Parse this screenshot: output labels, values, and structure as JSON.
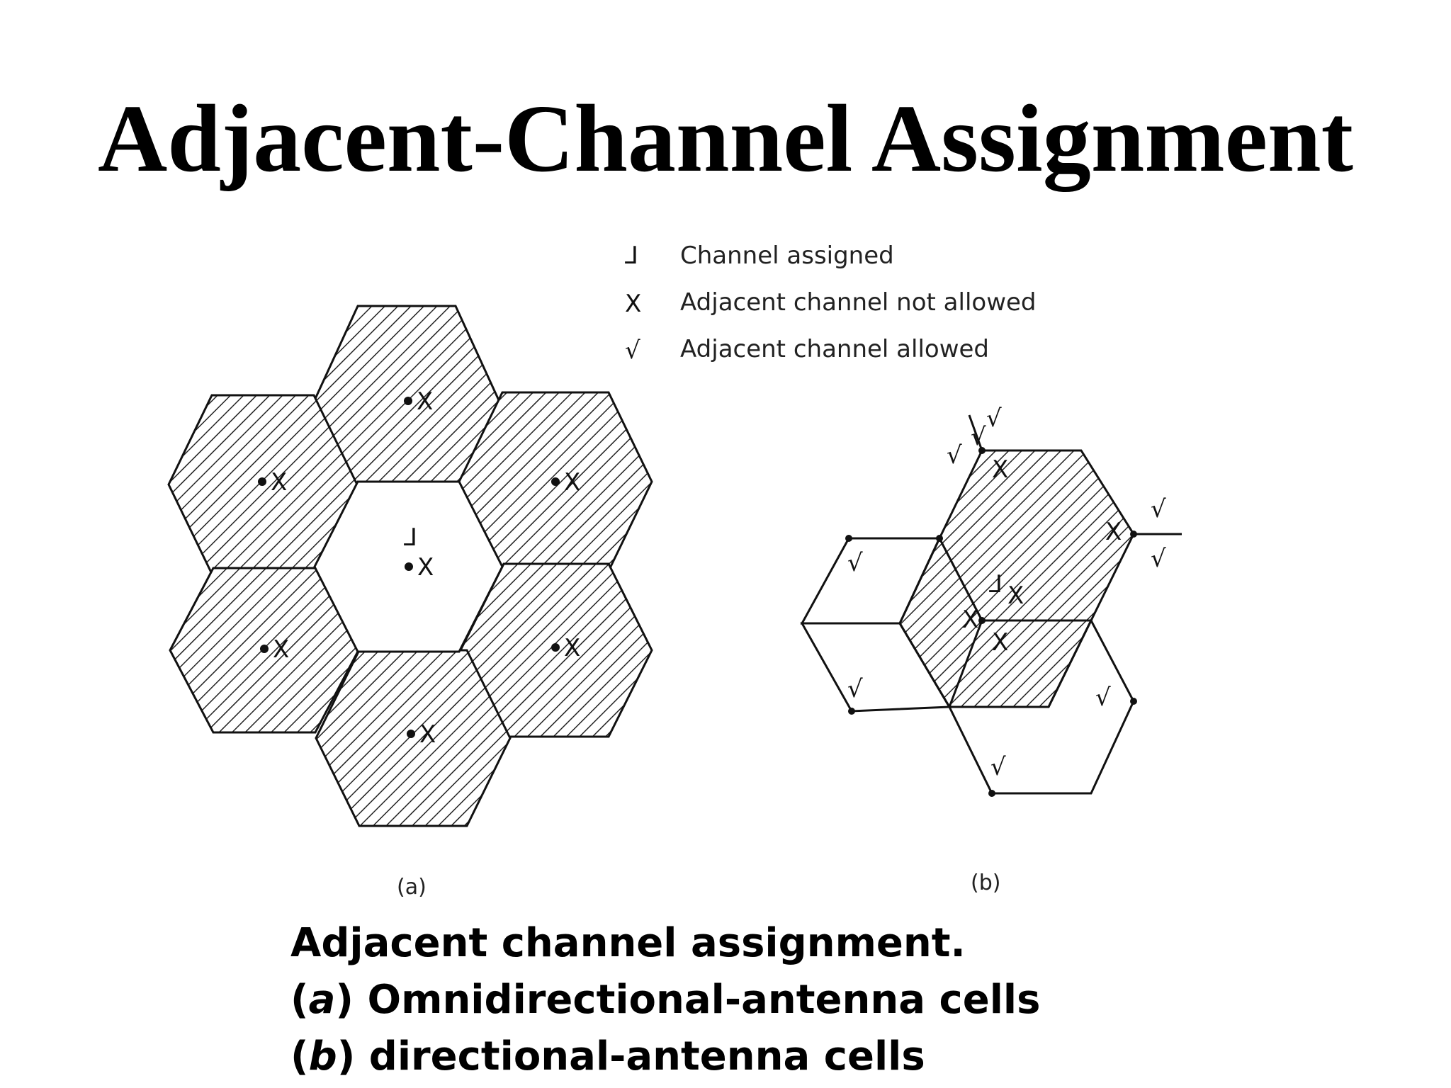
{
  "title": "Adjacent-Channel Assignment",
  "legend": [
    {
      "symbol": "⅃",
      "label": "Channel assigned"
    },
    {
      "symbol": "X",
      "label": "Adjacent channel not allowed"
    },
    {
      "symbol": "√",
      "label": "Adjacent channel allowed"
    }
  ],
  "marks": {
    "assigned": "⅃",
    "not_allowed": "X",
    "allowed": "√"
  },
  "panels": {
    "a": {
      "label": "(a)"
    },
    "b": {
      "label": "(b)"
    }
  },
  "caption": {
    "line1": "Adjacent channel assignment.",
    "line2_letter": "a",
    "line2_text": " Omnidirectional-antenna cells",
    "line3_letter": "b",
    "line3_text": " directional-antenna cells"
  }
}
